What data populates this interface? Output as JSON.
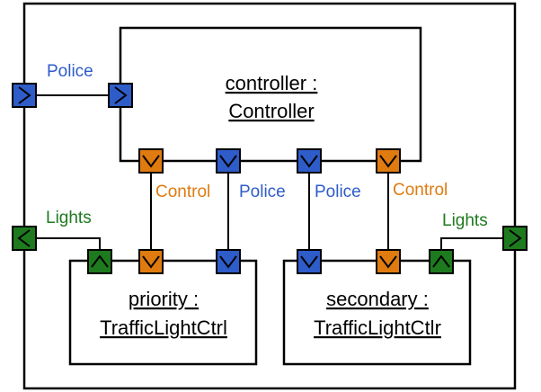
{
  "colors": {
    "police": "#2e5cc8",
    "control": "#e07b10",
    "lights": "#1e7a1e",
    "line": "#000000"
  },
  "components": {
    "controller": {
      "line1": "controller :",
      "line2": "Controller"
    },
    "priority": {
      "line1": "priority :",
      "line2": "TrafficLightCtrl"
    },
    "secondary": {
      "line1": "secondary :",
      "line2": "TrafficLightCtlr"
    }
  },
  "labels": {
    "police_in": "Police",
    "control_left": "Control",
    "police_left": "Police",
    "police_right": "Police",
    "control_right": "Control",
    "lights_left": "Lights",
    "lights_right": "Lights"
  },
  "ports": {
    "outer_police_in": "arrow-right-icon",
    "controller_police_in": "arrow-right-icon",
    "outer_lights_left": "arrow-left-icon",
    "outer_lights_right": "arrow-right-icon",
    "controller_outputs": "arrow-down-icon",
    "component_inputs": "arrow-down-icon",
    "component_lights_outputs": "arrow-up-icon"
  }
}
